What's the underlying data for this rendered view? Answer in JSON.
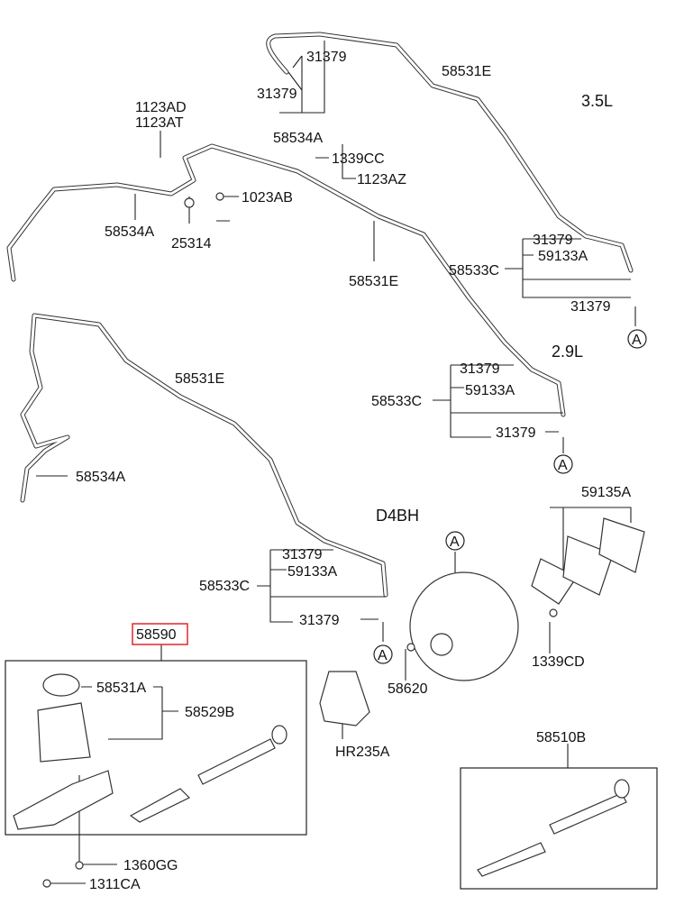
{
  "diagram": {
    "variants": {
      "v35": "3.5L",
      "v29": "2.9L",
      "d4bh": "D4BH"
    },
    "assembly_label": "58590",
    "assembly_highlight_color": "#e0262b",
    "ref_marker": "A",
    "labels": {
      "l31379_a": "31379",
      "l31379_b": "31379",
      "l58531E_a": "58531E",
      "l58534A_a": "58534A",
      "l1339CC": "1339CC",
      "l1123AZ": "1123AZ",
      "l1123AD": "1123AD",
      "l1123AT": "1123AT",
      "l1023AB": "1023AB",
      "l58534A_b": "58534A",
      "l25314": "25314",
      "l58531E_b": "58531E",
      "l31379_c": "31379",
      "l59133A_a": "59133A",
      "l58533C_a": "58533C",
      "l31379_d": "31379",
      "l31379_e": "31379",
      "l59133A_b": "59133A",
      "l58533C_b": "58533C",
      "l31379_f": "31379",
      "l58531E_c": "58531E",
      "l58534A_c": "58534A",
      "l59135A": "59135A",
      "l31379_g": "31379",
      "l59133A_c": "59133A",
      "l58533C_c": "58533C",
      "l31379_h": "31379",
      "l1339CD": "1339CD",
      "l58620": "58620",
      "l58531A": "58531A",
      "l58529B": "58529B",
      "lHR235A": "HR235A",
      "l58510B": "58510B",
      "l1360GG": "1360GG",
      "l1311CA": "1311CA"
    }
  }
}
